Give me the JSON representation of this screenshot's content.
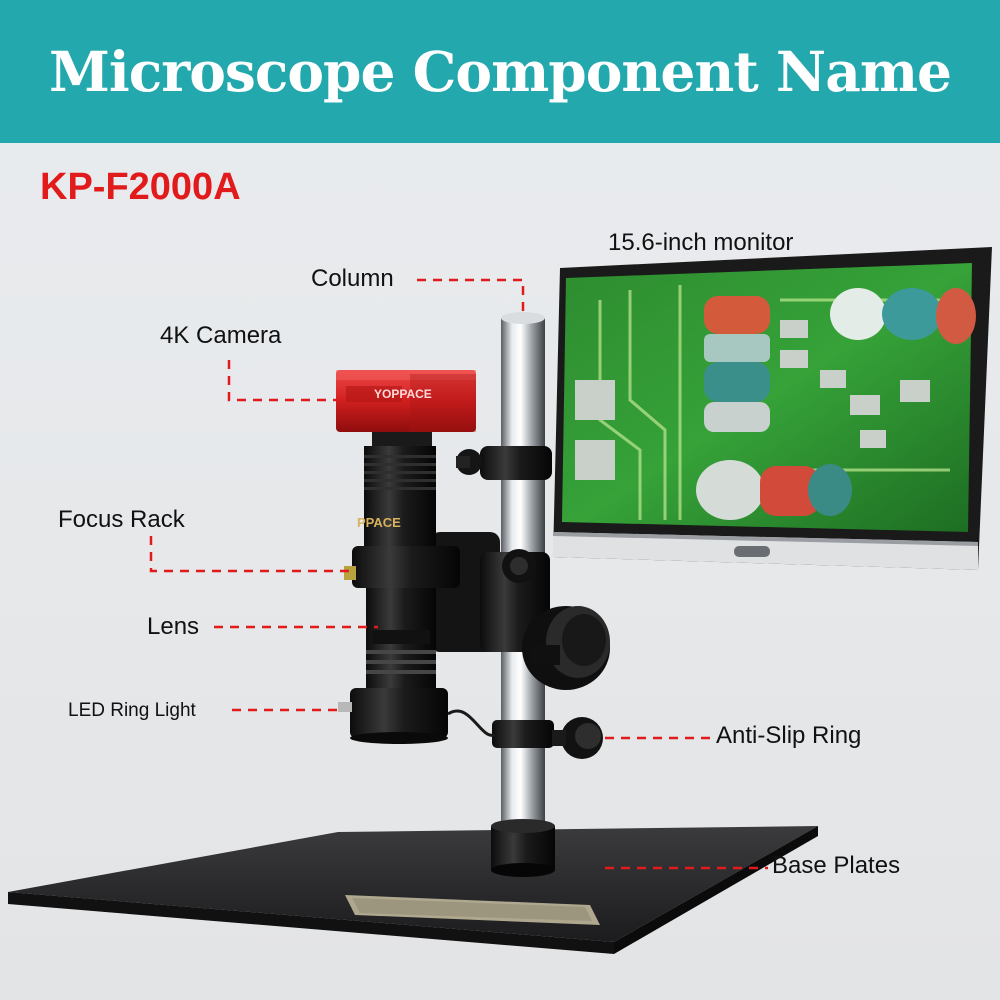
{
  "title": "Microscope Component Name",
  "model": "KP-F2000A",
  "brand_mark": "YOPPACE",
  "brand_mark_lens": "PPACE",
  "labels": {
    "column": "Column",
    "camera": "4K Camera",
    "focus_rack": "Focus Rack",
    "lens": "Lens",
    "led_ring_light": "LED Ring Light",
    "monitor": "15.6-inch monitor",
    "anti_slip_ring": "Anti-Slip Ring",
    "base_plates": "Base Plates"
  },
  "colors": {
    "banner": "#23a8ad",
    "model_text": "#e11b1b",
    "leader_line": "#e11b1b"
  }
}
